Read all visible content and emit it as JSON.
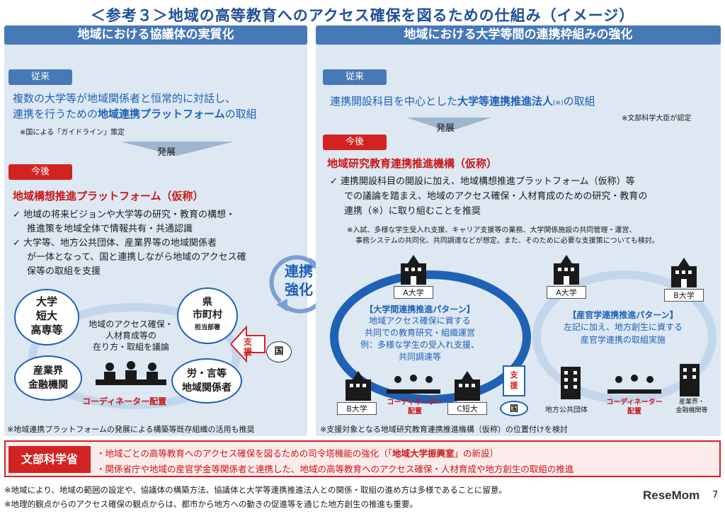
{
  "title": "＜参考３＞地域の高等教育へのアクセス確保を図るための仕組み（イメージ）",
  "left": {
    "header": "地域における協議体の実質化",
    "before_tag": "従来",
    "before_text_1": "複数の大学等が地域関係者と恒常的に対話し、",
    "before_text_2a": "連携を行うための",
    "before_text_2b": "地域連携プラットフォーム",
    "before_text_2c": "の取組",
    "before_note": "※国による「ガイドライン」策定",
    "develop": "発展",
    "after_tag": "今後",
    "after_title": "地域構想推進プラットフォーム（仮称）",
    "bullets": [
      "地域の将来ビジョンや大学等の研究・教育の構想・",
      "推進策を地域全体で情報共有・共通認識",
      "大学等、地方公共団体、産業界等の地域関係者",
      "が一体となって、国と連携しながら地域のアクセス確",
      "保等の取組を支援"
    ],
    "circle_univ": "大学\n短大\n高専等",
    "circle_pref_1": "県",
    "circle_pref_2": "市町村",
    "circle_pref_3": "担当部署",
    "circle_industry": "産業界\n金融機関",
    "circle_labor": "労・言等\n地域関係者",
    "center_text": "地域のアクセス確保・\n人材育成等の\n在り方・取組を議論",
    "coordinator": "コーディネーター配置",
    "support": "支\n援",
    "country": "国",
    "footnote": "※地域連携プラットフォームの発展による構築等既存組織の活用も推奨"
  },
  "middle": {
    "link": "連携\n強化"
  },
  "right": {
    "header": "地域における大学等間の連携枠組みの強化",
    "before_tag": "従来",
    "before_text_a": "連携開設科目を中心とした",
    "before_text_b": "大学等連携推進法人",
    "before_text_c": "(※)",
    "before_text_d": "の取組",
    "before_note": "※文部科学大臣が認定",
    "develop": "発展",
    "after_tag": "今後",
    "after_title": "地域研究教育連携推進機構（仮称）",
    "bullet_1": "連携開設科目の開設に加え、地域構想推進プラットフォーム（仮称）等",
    "bullet_2": "での議論を踏まえ、地域のアクセス確保・人材育成のための研究・教育の",
    "bullet_3": "連携（※）に取り組むことを推奨",
    "note_1": "※入試、多様な学生受入れ支援、キャリア支援等の業務、大学関係施設の共同管理・運営、",
    "note_2": "事務システムの共同化、共同調達などが想定。また、そのために必要な支援策についても検討。",
    "a_univ": "A大学",
    "b_univ": "B大学",
    "c_college": "C短大",
    "pattern1_title": "【大学間連携推進パターン】",
    "pattern1_text": "地域アクセス確保に資する\n共同での教育研究・組織運営\n例：多様な学生の受入れ支援、\n共同調達等",
    "pattern2_title": "【産官学連携推進パターン】",
    "pattern2_text": "左記に加え、地方創生に資する\n産官学連携の取組実施",
    "coordinator": "コーディネーター\n配置",
    "coordinator2": "コーディネーター\n配置",
    "support": "支\n援",
    "country": "国",
    "local_gov": "地方公共団体",
    "industry": "産業界・\n金融機関等",
    "a_univ2": "A大学",
    "b_univ2": "B大学",
    "footnote": "※支援対象となる地域研究教育連携推進機構（仮称）の位置付けを検討"
  },
  "mext": {
    "label": "文部科学省",
    "line1a": "・地域ごとの高等教育へのアクセス確保を図るための司令塔機能の強化（「",
    "line1b": "地域大学振興室",
    "line1c": "」の新設）",
    "line2": "・関係省庁や地域の産官学金等関係者と連携した、地域の高等教育へのアクセス確保・人材育成や地方創生の取組の推進"
  },
  "notes": [
    "※地域により、地域の範囲の設定や、協議体の構築方法、協議体と大学等連携推進法人との関係・取組の進め方は多様であることに留意。",
    "※地理的観点からのアクセス確保の観点からは、都市から地方への動きの促進等を通じた地方創生の推進も重要。"
  ],
  "page_number": "7",
  "logo": "ReseMom",
  "colors": {
    "blue": "#1f61b5",
    "header": "#4779b6",
    "red": "#d22323",
    "panel": "#dde8f3"
  },
  "icons": [
    "school-building-icon",
    "people-meeting-icon",
    "office-building-icon",
    "check-icon",
    "cycle-arrow-icon"
  ]
}
